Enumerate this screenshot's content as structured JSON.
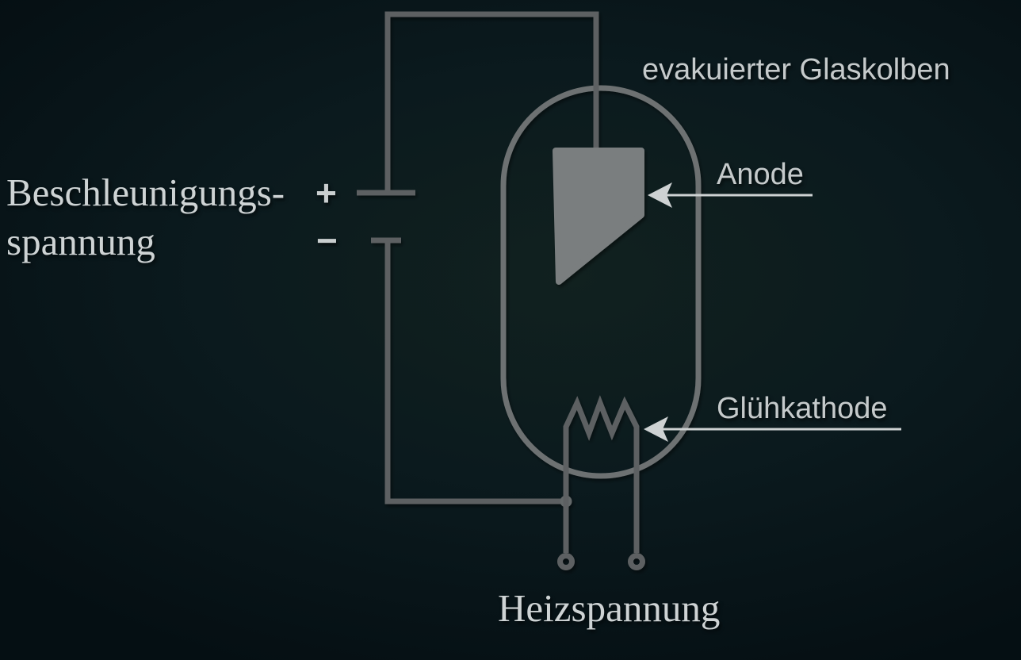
{
  "diagram": {
    "description": "Schaltskizze einer Elektronenröhre (Elektronenkanone) mit Beschleunigungs- und Heizspannung",
    "labels": {
      "accel_line1": "Beschleunigungs-",
      "accel_line2": "spannung",
      "plus_sign": "+",
      "minus_sign": "−",
      "bulb": "evakuierter Glaskolben",
      "anode": "Anode",
      "cathode": "Glühkathode",
      "heating": "Heizspannung"
    },
    "colors": {
      "background": "#0b1a1e",
      "wire": "#5d6162",
      "bulb_outline": "#6d7172",
      "anode_fill": "#7a7e7f",
      "junction": "#646869",
      "arrow": "#ced2d3",
      "serif_text": "#ced3d4",
      "sans_text": "#c5cacb",
      "sign_text": "#c9cecf"
    }
  }
}
